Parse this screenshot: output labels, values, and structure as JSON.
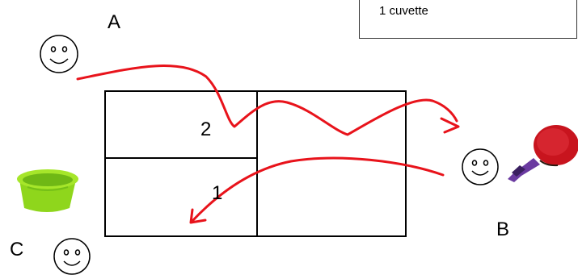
{
  "legend": {
    "text": "1 cuvette"
  },
  "labels": {
    "player_a": "A",
    "player_b": "B",
    "player_c": "C",
    "shot_1": "1",
    "shot_2": "2"
  },
  "icons": {
    "player_a": "smiley-face-icon",
    "player_b": "smiley-face-icon",
    "player_c": "smiley-face-icon",
    "paddle": "table-tennis-paddle-icon",
    "basin": "green-basin-icon"
  },
  "colors": {
    "arrow": "#e8131b",
    "basin": "#8fd61c",
    "paddle": "#c8141e",
    "handle": "#6a3aa0",
    "line": "#000000"
  }
}
